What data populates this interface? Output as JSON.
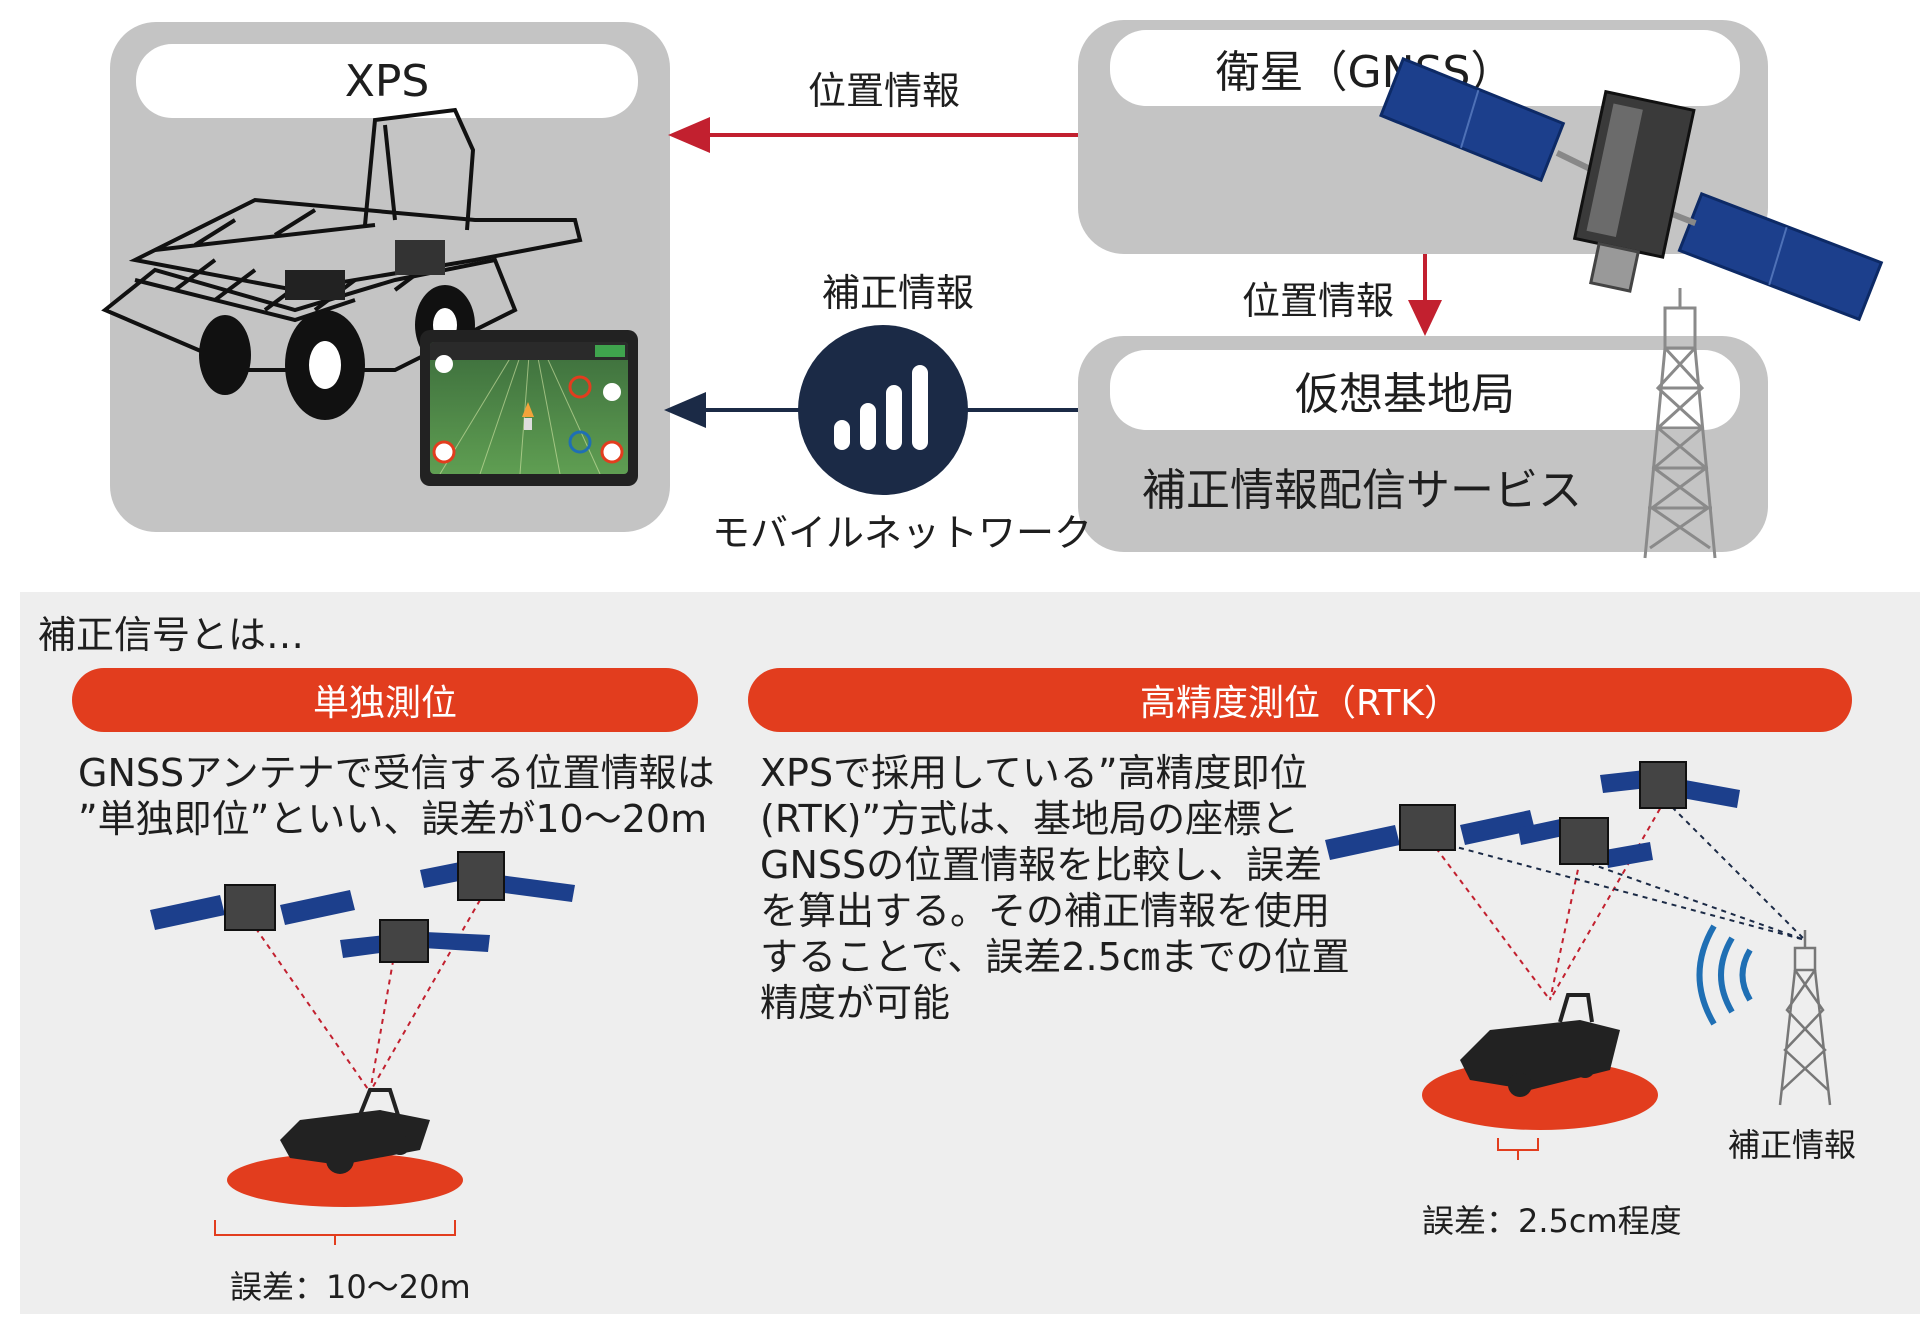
{
  "top": {
    "xps_title": "XPS",
    "satellite_title": "衛星（GNSS）",
    "base_title": "仮想基地局",
    "base_service": "補正情報配信サービス",
    "arrow_position_label_1": "位置情報",
    "arrow_position_label_2": "位置情報",
    "correction_label": "補正情報",
    "mobile_network_label": "モバイルネットワーク"
  },
  "bottom": {
    "heading": "補正信号とは…",
    "single": {
      "title": "単独測位",
      "description_line1": "GNSSアンテナで受信する位置情報は",
      "description_line2": "”単独即位”といい、誤差が10～20m",
      "error_label": "誤差：10～20m"
    },
    "rtk": {
      "title": "高精度測位（RTK）",
      "description_lines": [
        "XPSで採用している”高精度即位",
        "(RTK)”方式は、基地局の座標と",
        "GNSSの位置情報を比較し、誤差",
        "を算出する。その補正情報を使用",
        "することで、誤差2.5㎝までの位置",
        "精度が可能"
      ],
      "error_label": "誤差：2.5cm程度",
      "correction_label": "補正情報"
    }
  },
  "colors": {
    "panel": "#c4c4c4",
    "red_arrow": "#c2202f",
    "navy": "#1b2a46",
    "accent_red": "#e23d1e",
    "signal_blue": "#1f6fb4"
  },
  "icons": {
    "machine": "rice-transplanter-icon",
    "tablet": "tablet-icon",
    "satellite": "satellite-icon",
    "tower": "antenna-tower-icon",
    "signal": "signal-bars-icon"
  }
}
